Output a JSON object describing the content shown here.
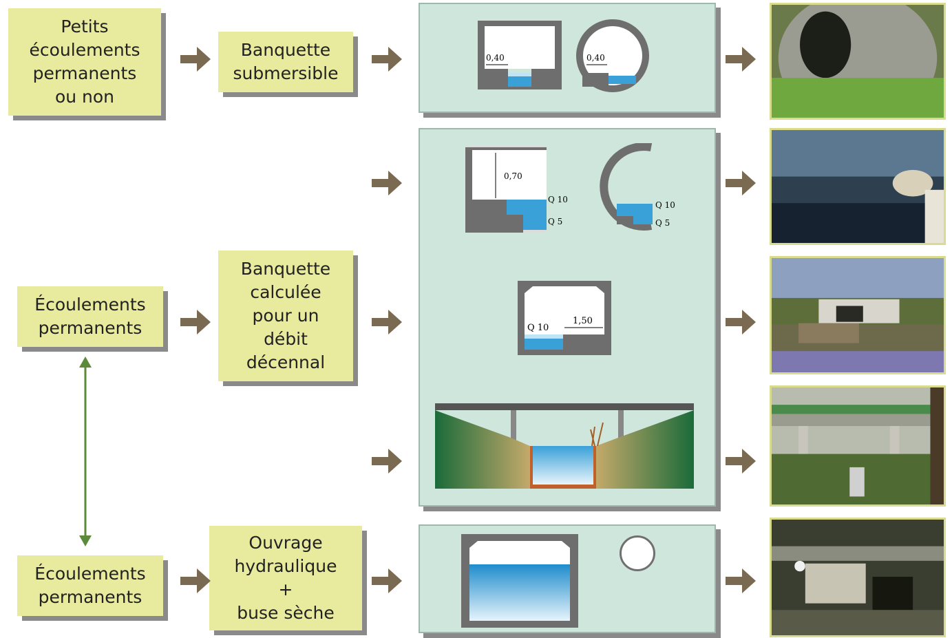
{
  "colors": {
    "box_fill": "#e8ea9e",
    "panel_fill": "#cfe6dc",
    "arrow": "#7a6a52",
    "vertical_arrow": "#5a8a3a",
    "water": "#3aa0d8"
  },
  "left_boxes": {
    "petits": "Petits\nécoulements\npermanents\nou non",
    "ecoulements_1": "Écoulements\npermanents",
    "ecoulements_2": "Écoulements\npermanents"
  },
  "middle_boxes": {
    "banquette_submersible": "Banquette\nsubmersible",
    "banquette_calculee": "Banquette\ncalculée\npour un\ndébit\ndécennal",
    "ouvrage": "Ouvrage\nhydraulique\n+\nbuse sèche"
  },
  "diagram_labels": {
    "box_width": "0,40",
    "round_width": "0,40",
    "height": "0,70",
    "q10": "Q 10",
    "q5": "Q 5",
    "width_150": "1,50"
  },
  "icons": {
    "arrow": "right-arrow-icon",
    "double_arrow": "up-down-arrow-icon"
  }
}
